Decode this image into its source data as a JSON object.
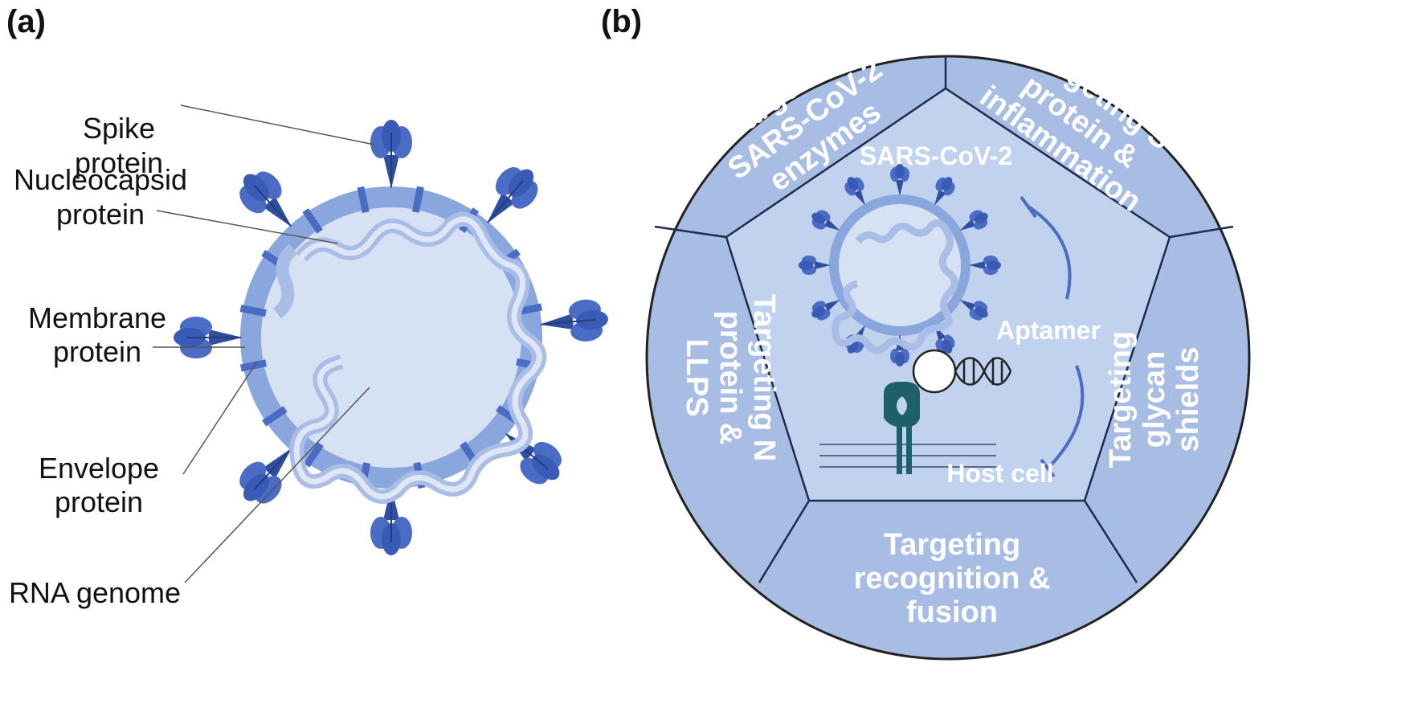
{
  "panel_a": {
    "label": "(a)",
    "callouts": {
      "spike": [
        "Spike",
        "protein"
      ],
      "nucleocapsid": [
        "Nucleocapsid",
        "protein"
      ],
      "membrane": [
        "Membrane",
        "protein"
      ],
      "envelope": [
        "Envelope",
        "protein"
      ],
      "rna": [
        "RNA genome"
      ]
    }
  },
  "panel_b": {
    "label": "(b)",
    "segments": {
      "enzymes": [
        "Targeting",
        "SARS-CoV-2",
        "enzymes"
      ],
      "spike_inflammation": [
        "Targeting S",
        "protein &",
        "inflammation"
      ],
      "glycan": [
        "Targeting",
        "glycan",
        "shields"
      ],
      "recognition": [
        "Targeting",
        "recognition &",
        "fusion"
      ],
      "n_protein": [
        "Targeting N",
        "protein &",
        "LLPS"
      ]
    },
    "center": {
      "virus_label": "SARS-CoV-2",
      "aptamer_label": "Aptamer",
      "host_label": "Host cell"
    }
  },
  "colors": {
    "virus_dark": "#3f5fb2",
    "membrane": "#8aa7dd",
    "virus_fill": "#d7e1f4",
    "circle_fill": "#a8bde3",
    "pentagon_fill": "#c0d2ee",
    "receptor": "#1f5f6b"
  }
}
